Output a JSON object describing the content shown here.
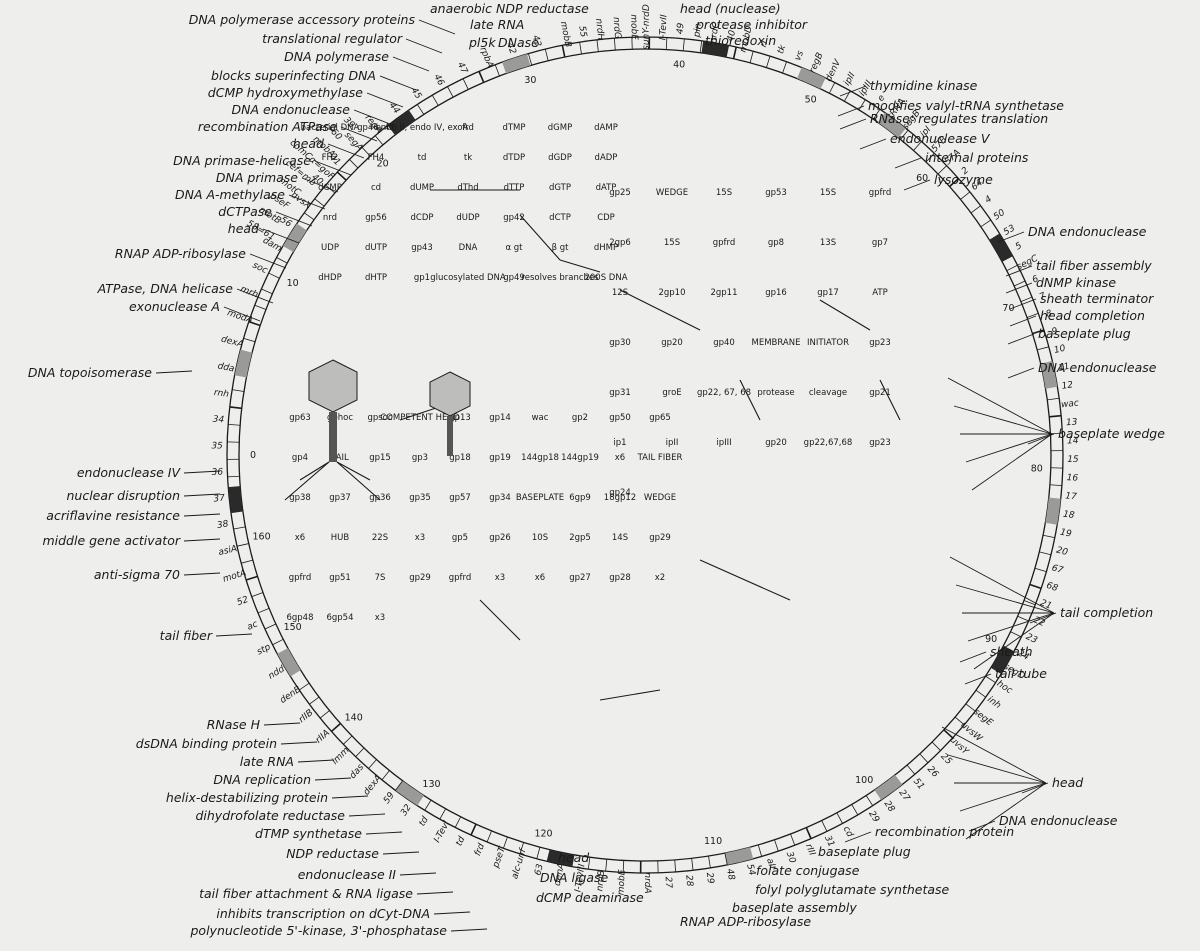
{
  "map": {
    "left": {
      "functions": [
        "DNA polymerase accessory proteins",
        "translational regulator",
        "DNA polymerase",
        "blocks superinfecting DNA",
        "dCMP hydroxymethylase",
        "DNA endonuclease",
        "recombination ATPase",
        "head",
        "DNA primase-helicase",
        "DNA primase",
        "DNA A-methylase",
        "dCTPase",
        "head",
        "RNAP ADP-ribosylase",
        "ATPase, DNA helicase",
        "exonuclease A",
        "DNA topoisomerase",
        "endonuclease IV",
        "nuclear disruption",
        "acriflavine resistance",
        "middle gene activator",
        "anti-sigma 70",
        "tail fiber",
        "RNase H",
        "dsDNA binding protein",
        "late RNA",
        "DNA replication",
        "helix-destabilizing protein",
        "dihydrofolate reductase",
        "dTMP synthetase",
        "NDP reductase",
        "endonuclease II",
        "tail fiber attachment & RNA ligase",
        "inhibits transcription on dCyt-DNA",
        "polynucleotide 5'-kinase, 3'-phosphatase"
      ],
      "genes": [
        "imm",
        "rIIA",
        "rIIB",
        "denB",
        "ndd",
        "stp",
        "ac",
        "52",
        "motA",
        "asiA",
        "38",
        "37",
        "36",
        "35",
        "34",
        "rnh",
        "dda",
        "dexA",
        "modA",
        "mrh",
        "soc",
        "dam",
        "56",
        "uvsX",
        "40",
        "41",
        "segA",
        "regA",
        "44",
        "45",
        "46",
        "47",
        "rpbA",
        "42",
        "43"
      ]
    },
    "top": {
      "functions": [
        "anaerobic NDP reductase",
        "late RNA",
        "pl5k",
        "DNase",
        "head (nuclease)",
        "protease inhibitor",
        "thioredoxin"
      ],
      "genes": [
        "mobB",
        "55",
        "nrdH",
        "nrdG",
        "mobE",
        "sunY-nrdD",
        "I-TevII",
        "49",
        "pin",
        "nrdC",
        "40"
      ]
    },
    "right": {
      "functions": [
        "thymidine kinase",
        "modifies valyl-tRNA synthetase",
        "RNase: regulates translation",
        "endonuclease V",
        "internal proteins",
        "lysozyme",
        "DNA endonuclease",
        "tail fiber assembly",
        "dNMP kinase",
        "sheath terminator",
        "head completion",
        "baseplate plug",
        "DNA endonuclease",
        "baseplate wedge",
        "tail completion",
        "sheath",
        "tail tube",
        "head",
        "DNA endonuclease",
        "recombination protein"
      ],
      "genes": [
        "mobD",
        "rI",
        "tk",
        "vs",
        "regB",
        "denV",
        "ipII",
        "ipIII",
        "e",
        "tRNA",
        "segB",
        "ipI",
        "57B",
        "57A",
        "2",
        "64",
        "4",
        "50",
        "53",
        "5",
        "segC",
        "6",
        "7",
        "8",
        "9",
        "10",
        "11",
        "12",
        "wac",
        "13",
        "14",
        "15",
        "16",
        "17",
        "18",
        "19",
        "20",
        "67",
        "68",
        "21",
        "22",
        "23",
        "24",
        "segD",
        "hoc",
        "inh",
        "segE",
        "uvsW",
        "uvsY",
        "25",
        "26",
        "51",
        "27",
        "28",
        "29"
      ]
    },
    "bottom": {
      "functions": [
        "head",
        "DNA ligase",
        "dCMP deaminase",
        "RNAP ADP-ribosylase",
        "baseplate assembly",
        "folyl polyglutamate synthetase",
        "folate conjugase",
        "baseplate plug"
      ],
      "genes": [
        "cd",
        "31",
        "rIII",
        "30",
        "alt",
        "54",
        "48",
        "29",
        "28",
        "27",
        "nrdA",
        "mobE",
        "nrdB",
        "I-TevIII",
        "denA",
        "63",
        "alc-unf",
        "pseT",
        "frd",
        "td",
        "I-TevI",
        "td",
        "32",
        "59",
        "dexA",
        "das"
      ]
    },
    "ring_numbers": [
      "0",
      "10",
      "20",
      "30",
      "40",
      "50",
      "60",
      "70",
      "80",
      "90",
      "100",
      "110",
      "120",
      "130",
      "140",
      "150",
      "160"
    ],
    "upper_left_extra": [
      "58=61",
      "motB",
      "pseF",
      "motC",
      "cef=mb",
      "comCα=goF",
      "mobA",
      "60",
      "39"
    ]
  },
  "pathways": {
    "nucleotide": [
      "bacterial DNA",
      "gp46, 47",
      "endo II, endo IV, exoA",
      "frd",
      "dTMP",
      "dGMP",
      "dAMP",
      "FH2",
      "FH4",
      "td",
      "tk",
      "dTDP",
      "dGDP",
      "dADP",
      "dCMP",
      "cd",
      "dUMP",
      "dThd",
      "dTTP",
      "dGTP",
      "dATP",
      "nrd",
      "gp56",
      "dCDP",
      "dUDP",
      "gp42",
      "dCTP",
      "CDP",
      "UDP",
      "dUTP",
      "gp43",
      "DNA",
      "α gt",
      "β gt",
      "dHMP",
      "dHDP",
      "dHTP",
      "gp1",
      "glucosylated DNA",
      "gp49",
      "resolves branches",
      "200S DNA"
    ],
    "head": [
      "gp25",
      "WEDGE",
      "15S",
      "gp53",
      "15S",
      "gpfrd",
      "2gp6",
      "15S",
      "gpfrd",
      "gp8",
      "13S",
      "gp7",
      "12S",
      "2gp10",
      "2gp11",
      "gp16",
      "gp17",
      "ATP",
      "gp30",
      "gp20",
      "gp40",
      "MEMBRANE",
      "INITIATOR",
      "gp23",
      "gp31",
      "groE",
      "gp22, 67, 68",
      "protease",
      "cleavage",
      "gp21",
      "ip1",
      "ipII",
      "ipIII",
      "gp20",
      "gp22,67,68",
      "gp23",
      "gp24"
    ],
    "tail": [
      "gp63",
      "gphoc",
      "gpsoc",
      "COMPETENT HEAD",
      "gp13",
      "gp14",
      "wac",
      "gp2",
      "gp50",
      "gp65",
      "gp4",
      "TAIL",
      "gp15",
      "gp3",
      "gp18",
      "gp19",
      "144gp18",
      "144gp19",
      "x6",
      "TAIL FIBER",
      "gp38",
      "gp37",
      "gp36",
      "gp35",
      "gp57",
      "gp34",
      "BASEPLATE",
      "6gp9",
      "18gp12",
      "WEDGE",
      "x6",
      "HUB",
      "22S",
      "x3",
      "gp5",
      "gp26",
      "10S",
      "2gp5",
      "14S",
      "gp29",
      "gpfrd",
      "gp51",
      "7S",
      "gp29",
      "gpfrd",
      "x3",
      "x6",
      "gp27",
      "gp28",
      "x2",
      "6gp48",
      "6gp54",
      "x3"
    ]
  },
  "side_labels": {
    "baseplate_wedge": "baseplate wedge",
    "tail_completion": "tail completion",
    "sheath": "sheath",
    "tail_tube": "tail tube",
    "head": "head",
    "tail_fiber": "tail fiber"
  }
}
